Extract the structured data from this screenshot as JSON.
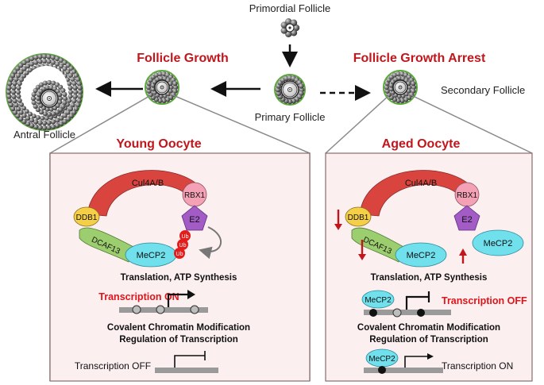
{
  "follicles": {
    "primordial": "Primordial Follicle",
    "primary": "Primary Follicle",
    "secondary": "Secondary Follicle",
    "antral": "Antral Follicle"
  },
  "headings": {
    "growth": "Follicle Growth",
    "arrest": "Follicle Growth Arrest",
    "young": "Young Oocyte",
    "aged": "Aged Oocyte"
  },
  "proteins": {
    "cul4": "Cul4A/B",
    "rbx1": "RBX1",
    "e2": "E2",
    "ddb1": "DDB1",
    "dcaf13": "DCAF13",
    "mecp2": "MeCP2",
    "ub": "Ub"
  },
  "processes": {
    "translation": "Translation, ATP Synthesis",
    "covalent": "Covalent Chromatin Modification",
    "regulation": "Regulation of Transcription"
  },
  "transcription": {
    "on": "Transcription ON",
    "off": "Transcription OFF"
  },
  "colors": {
    "title_red": "#c0161c",
    "cul4": "#d9453e",
    "rbx1": "#f4a1b5",
    "e2": "#a35bc6",
    "ddb1": "#f5cf46",
    "dcaf13": "#9ccd6e",
    "mecp2": "#6fe0ec",
    "ub": "#e51c1c",
    "panel_fill": "#fbeff0",
    "panel_border": "#8a6b6b"
  }
}
